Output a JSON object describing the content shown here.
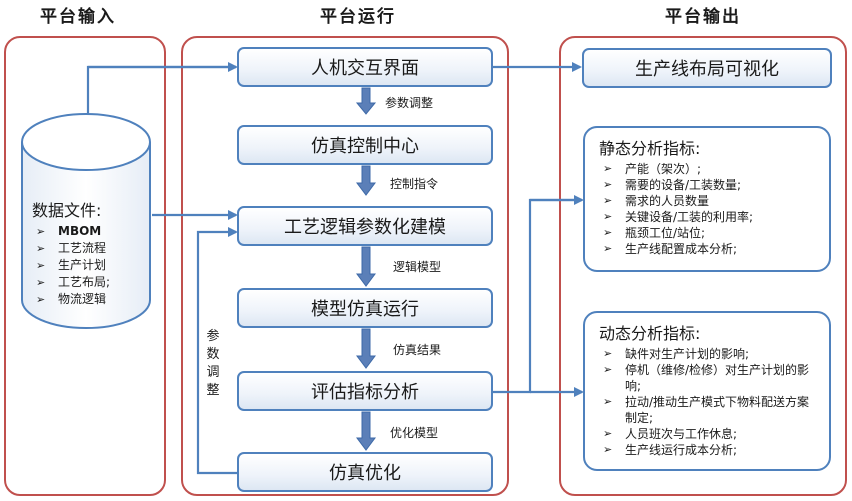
{
  "columns": {
    "input_title": "平台输入",
    "run_title": "平台运行",
    "output_title": "平台输出"
  },
  "data_files": {
    "title": "数据文件:",
    "items": [
      "MBOM",
      "工艺流程",
      "生产计划",
      "工艺布局;",
      "物流逻辑"
    ]
  },
  "process": {
    "steps": [
      "人机交互界面",
      "仿真控制中心",
      "工艺逻辑参数化建模",
      "模型仿真运行",
      "评估指标分析",
      "仿真优化"
    ],
    "links": [
      "参数调整",
      "控制指令",
      "逻辑模型",
      "仿真结果",
      "优化模型"
    ],
    "feedback_label": [
      "参",
      "数",
      "调",
      "整"
    ]
  },
  "outputs": {
    "layout_viz": "生产线布局可视化",
    "static": {
      "title": "静态分析指标:",
      "items": [
        "产能（架次）;",
        "需要的设备/工装数量;",
        "需求的人员数量",
        "关键设备/工装的利用率;",
        "瓶颈工位/站位;",
        "生产线配置成本分析;"
      ]
    },
    "dynamic": {
      "title": "动态分析指标:",
      "items": [
        "缺件对生产计划的影响;",
        "停机（维修/检修）对生产计划的影响;",
        "拉动/推动生产模式下物料配送方案制定;",
        "人员班次与工作休息;",
        "生产线运行成本分析;"
      ]
    }
  },
  "colors": {
    "panel_border": "#c0504d",
    "box_border": "#4f81bd",
    "arrow": "#4f81bd"
  }
}
